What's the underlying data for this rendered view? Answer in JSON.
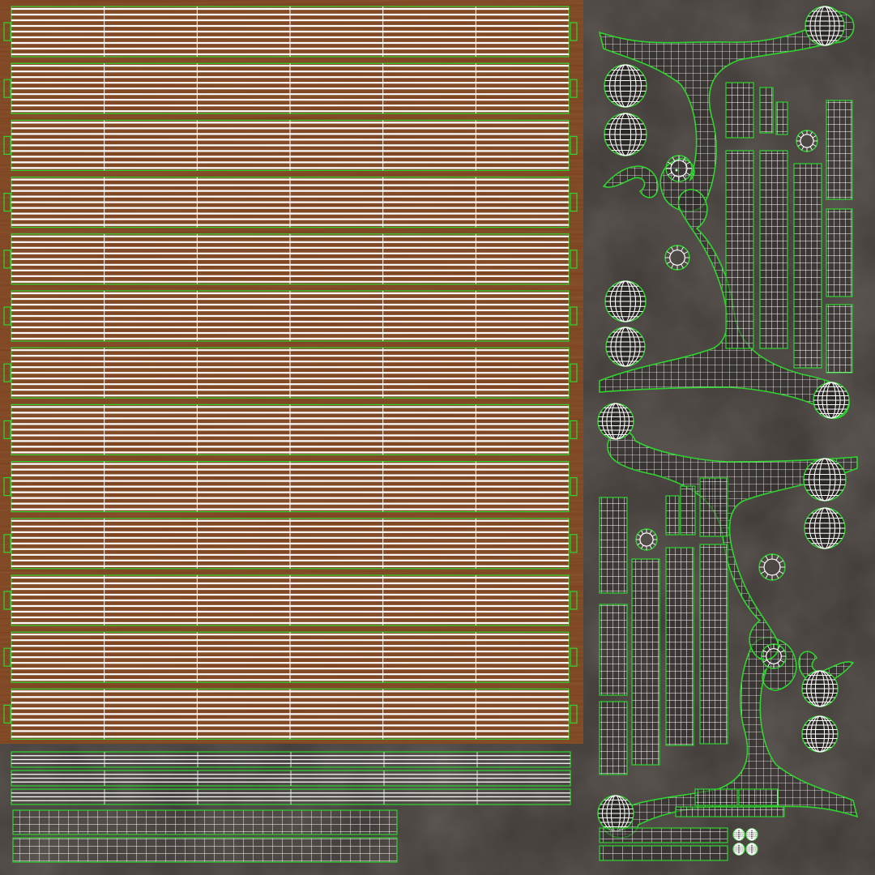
{
  "image": {
    "subject": "uv-texture-atlas",
    "text_content": []
  },
  "colors": {
    "wood_base": "#7a3e1c",
    "wood_dark": "#5e2d12",
    "stone_base": "#3d3835",
    "stone_dark": "#2c2826",
    "wire_white": "#ffffff",
    "wire_green": "#2fd52f"
  },
  "atlas": {
    "wood_panel_count": 13,
    "wood_slats_per_panel": 8,
    "wood_panel_columns": 6,
    "bottom_strip_count": 3,
    "bottom_grid_count": 2,
    "bracket_count": 4,
    "sphere_count": 12
  }
}
